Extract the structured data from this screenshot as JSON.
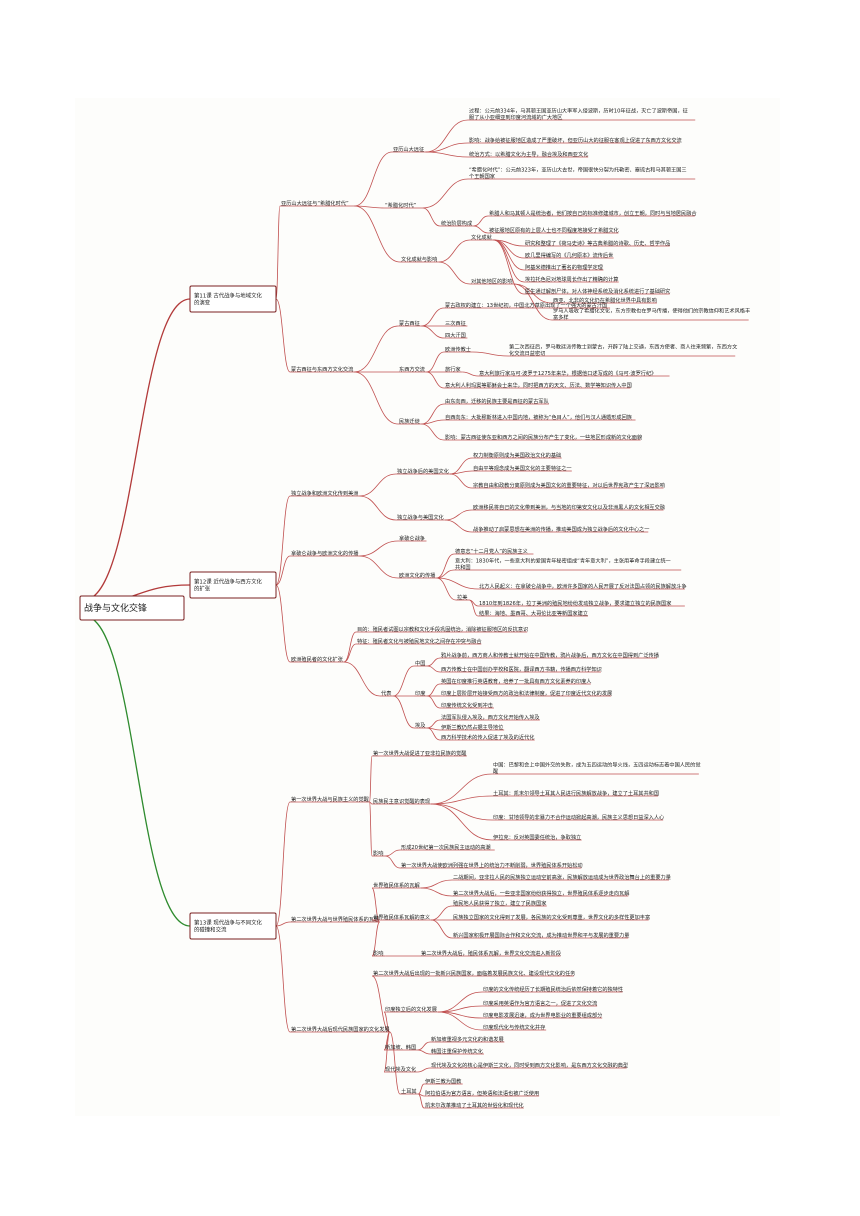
{
  "root": "战争与文化交锋",
  "colors": {
    "branch_a": "#b23a3a",
    "branch_b": "#2e8b2e",
    "line": "#c05050",
    "text": "#222222"
  },
  "c11": {
    "title": "第11课 古代战争与地域文化的演变",
    "s1": "亚历山大远征与“希腊化时代”",
    "s1_1": "亚历山大远征",
    "t1": "过程：公元前334年，马其顿王国亚历山大率军入侵波斯，历时10年征战，灭亡了波斯帝国，征服了从小亚细亚到印度河流域的广大地区",
    "t2": "影响：战争给被征服地区造成了严重破坏，但亚历山大的征服在客观上促进了东西方文化交流",
    "t3": "统治方式：以希腊文化为主导，融合埃及和西亚文化",
    "s1_2": "“希腊化时代”",
    "t4": "“希腊化时代”：公元前323年，亚历山大去世，帝国很快分裂为托勒密、塞琉古和马其顿王国三个王朝国家",
    "s1_2a": "统治阶层构成",
    "t5": "希腊人和马其顿人是统治者，他们按自己的标准修建城市，创立王朝，同时与当地居民融合",
    "t6": "被征服地区原有的上层人士也不同程度地接受了希腊文化",
    "s1_3": "文化成就与影响",
    "s1_3a": "文化成就",
    "t7": "研究和整理了《荷马史诗》等古典希腊的诗歌、历史、哲学作品",
    "t8": "欧几里得编写的《几何原本》流传后世",
    "t9": "阿基米德推出了著名的物理学定理",
    "t10": "埃拉托色尼对地球周长作出了精确的计算",
    "t11": "医生通过解剖尸体，对人体神经系统及消化系统进行了基础研究",
    "s1_3b": "对其他地区的影响",
    "t12": "西亚、北非的文化仍在希腊化世界中具有影响",
    "t13": "罗马人吸收了希腊化文化，东方宗教也在罗马传播，使得他们的宗教信仰和艺术风格丰富多样",
    "s2": "蒙古西征与东西方文化交流",
    "s2_1": "蒙古西征",
    "t14": "蒙古政权的建立：13世纪初，中国北方草原出现了一个强大的蒙古汗国",
    "t15": "三次西征",
    "t16": "四大汗国",
    "s2_2": "东西方交流",
    "s2_2a": "欧洲传教士",
    "t17": "第二次西征后，罗马教廷派传教士到蒙古，开辟了陆上交通，东西方使者、商人往来频繁，东西方文化交流日益密切",
    "s2_2b": "旅行家",
    "t18": "意大利旅行家马可·波罗于1275年来华，根据他口述写成的《马可·波罗行纪》",
    "t19": "意大利人利玛窦等耶稣会士来华，同时把西方的天文、历法、数学等知识传入中国",
    "s2_3": "民族迁徙",
    "t20": "由东向西，迁移的民族主要是西征的蒙古军队",
    "t21": "自西向东：大批穆斯林进入中国内地，被称为“色目人”，他们与汉人通婚形成回族",
    "t22": "影响：蒙古西征使东亚和西方之间的民族分布产生了变化，一些地区形成新的文化面貌"
  },
  "c12": {
    "title": "第12课 近代战争与西方文化的扩张",
    "s1": "独立战争和欧洲文化传到美洲",
    "s1_1": "独立战争后的美国文化",
    "t1": "权力制衡原则成为美国政治文化的基础",
    "t2": "自由平等观念成为美国文化的主要特征之一",
    "t3": "宗教自由和政教分离原则成为美国文化的重要特征，对以后世界宪政产生了深远影响",
    "s1_2": "独立战争与美国文化",
    "t4": "欧洲移民将自己的文化带到美洲，与当地的印第安文化以及非洲黑人的文化相互交融",
    "t5": "战争推动了启蒙思想在美洲的传播，推动美国成为独立战争后的文化中心之一",
    "s2": "拿破仑战争与欧洲文化的传播",
    "s2_1": "拿破仑战争",
    "s2_2": "欧洲文化的传播",
    "t6": "德意志“十二月党人”的民族主义",
    "t7": "意大利：1830年代，一些意大利的爱国青年秘密组成“青年意大利”，主张用革命手段建立统一共和国",
    "t8": "北方人民起义：在拿破仑战争中，欧洲许多国家的人民开展了反对法国占领的民族解放斗争",
    "s2_2a": "拉美",
    "t9": "1810年到1826年，拉丁美洲的殖民地纷纷发动独立战争，要求建立独立的民族国家",
    "t10": "结果：海地、墨西哥、大哥伦比亚等新国家建立",
    "s3": "欧洲殖民者的文化扩张",
    "t11": "目的：殖民者试图以宗教和文化手段巩固统治，消除被征服地区的反抗意识",
    "t12": "特征：殖民者文化与被殖民地文化之间存在冲突与融合",
    "s3_1": "代表",
    "s3_1a": "中国",
    "t13": "鸦片战争前，西方商人和传教士就开始在中国传教，鸦片战争后，西方文化在中国得到广泛传播",
    "t14": "西方传教士在中国创办学校和医院，翻译西方书籍，传播西方科学知识",
    "s3_1b": "印度",
    "t15": "英国在印度推行英语教育，培养了一批具有西方文化素养的印度人",
    "t16": "印度上层阶层开始接受西方的政治和法律制度，促进了印度近代文化的发展",
    "t17": "印度传统文化受到冲击",
    "s3_1c": "埃及",
    "t18": "法国军队侵入埃及，西方文化开始传入埃及",
    "t19": "伊斯兰教仍然占据主导地位",
    "t20": "西方科学技术的传入促进了埃及的近代化"
  },
  "c13": {
    "title": "第13课 现代战争与不同文化的碰撞和交流",
    "s1": "第一次世界大战与民族主义的觉醒",
    "t1": "第一次世界大战促进了亚非拉民族的觉醒",
    "s1_1": "民族民主意识觉醒的表现",
    "t2": "中国：巴黎和会上中国外交的失败，成为五四运动的导火线，五四运动标志着中国人民的觉醒",
    "t3": "土耳其：凯末尔领导土耳其人民进行民族解放战争，建立了土耳其共和国",
    "t4": "印度：甘地领导的非暴力不合作运动掀起高潮，民族主义思想日益深入人心",
    "t5": "伊拉克：反对英国委任统治，争取独立",
    "s1_2": "影响",
    "t6": "形成20世纪第一次民族民主运动的高潮",
    "t7": "第一次世界大战使欧洲列强在世界上的统治力不断削弱，世界殖民体系开始松动",
    "s2": "第二次世界大战与世界殖民体系的瓦解",
    "s2_1": "世界殖民体系的瓦解",
    "t8": "二战期间，亚非拉人民的民族独立运动空前高涨，民族解放运动成为世界政治舞台上的重要力量",
    "t9": "第二次世界大战后，一些亚非国家纷纷获得独立，世界殖民体系逐步走向瓦解",
    "s2_2": "世界殖民体系瓦解的意义",
    "t10": "殖民地人民获得了独立，建立了民族国家",
    "t11": "民族独立国家的文化得到了发展，各民族的文化受到尊重，世界文化的多样性更加丰富",
    "t12": "新兴国家积极开展国际合作和文化交流，成为推动世界和平与发展的重要力量",
    "s2_3": "影响",
    "t13": "第二次世界大战后，殖民体系瓦解，世界文化交流进入新阶段",
    "s3": "第二次世界大战后现代民族国家的文化发展",
    "t14": "第二次世界大战后出现的一批新兴民族国家，面临着发展民族文化、建设现代文化的任务",
    "s3_1": "印度独立后的文化发展",
    "t15": "印度的文化传统经历了长期殖民统治后依然保持着它的独特性",
    "t16": "印度采用英语作为官方语言之一，促进了文化交流",
    "t17": "印度电影发展迅速，成为世界电影业的重要组成部分",
    "t18": "印度现代化与传统文化并存",
    "s3_2": "新加坡、韩国",
    "t19": "新加坡重视多元文化的和谐发展",
    "t20": "韩国注重保护传统文化",
    "s3_3": "现代埃及文化",
    "t21": "现代埃及文化的核心是伊斯兰文化，同时受到西方文化影响，是东西方文化交融的典型",
    "s3_4": "土耳其",
    "t22": "伊斯兰教为国教",
    "t23": "阿拉伯语为官方语言，但英语和法语也被广泛使用",
    "t24": "凯末尔改革推动了土耳其的世俗化和现代化"
  }
}
